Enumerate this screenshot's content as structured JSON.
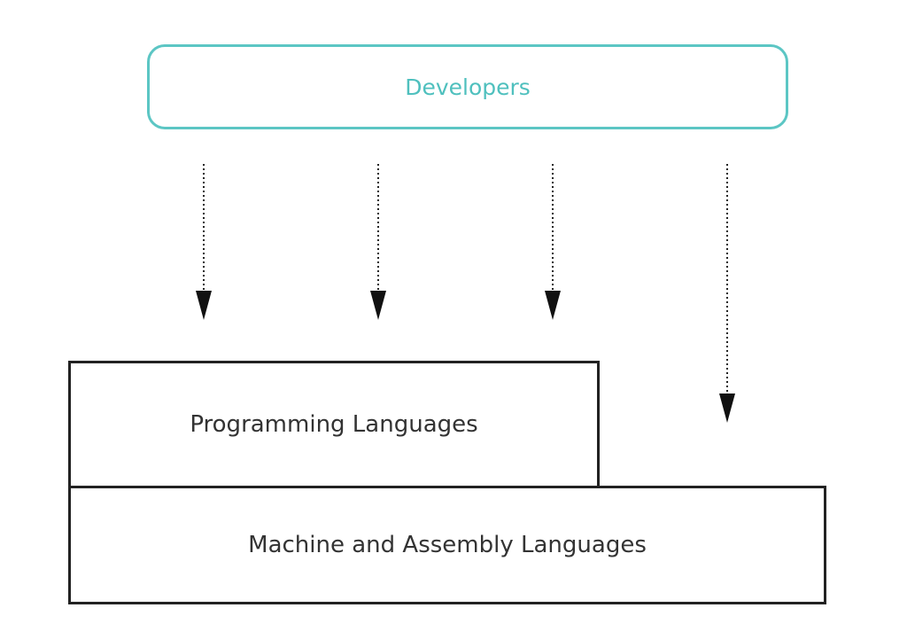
{
  "nodes": {
    "developers": "Developers",
    "programming_languages": "Programming Languages",
    "machine_assembly_languages": "Machine and Assembly Languages"
  },
  "colors": {
    "developers_border": "#5cc6c4",
    "developers_text": "#4fc0be",
    "box_border": "#222222",
    "text": "#333333"
  }
}
